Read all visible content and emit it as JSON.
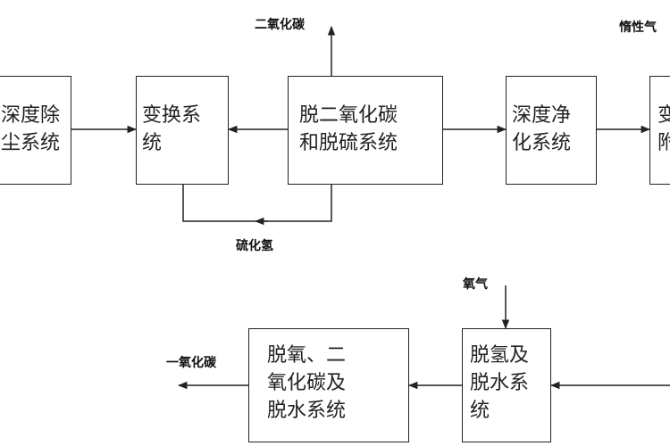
{
  "diagram": {
    "nodes": {
      "deep_dust_removal": "深度除\n尘系统",
      "shift": "变换系\n统",
      "co2_sulfur_removal": "脱二氧化碳\n和脱硫系统",
      "deep_purification": "深度净\n化系统",
      "partial_right": "变\n附",
      "deoxy_co2_dewater": "脱氧、二\n氧化碳及\n脱水系统",
      "dehydrogen_dewater": "脱氢及\n脱水系\n统"
    },
    "labels": {
      "co2_out": "二氧化碳",
      "inert_gas": "惰性气",
      "h2s": "硫化氢",
      "oxygen_in": "氧气",
      "co_out": "一氧化碳"
    }
  }
}
